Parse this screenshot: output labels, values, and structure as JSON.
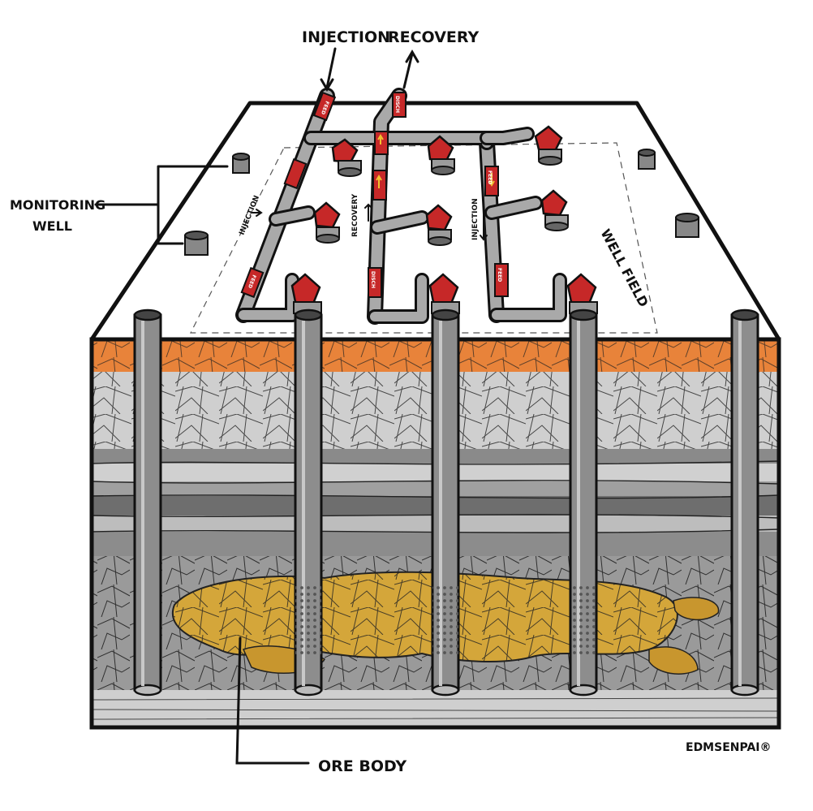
{
  "labels": {
    "injection": "INJECTION",
    "recovery": "RECOVERY",
    "monitoring_well_line1": "MONITORING",
    "monitoring_well_line2": "WELL",
    "well_field": "WELL FIELD",
    "ore_body": "ORE BODY",
    "signature": "EDMSENPAI®"
  },
  "pipe_labels": {
    "injection": "INJECTION",
    "recovery": "RECOVERY",
    "feed": "FEED",
    "discharge": "DISCH"
  },
  "colors": {
    "surface": "#ffffff",
    "outline": "#111111",
    "soil_orange": "#e8833a",
    "soil_brown": "#c46a2c",
    "rock_gray_light": "#d9d9d9",
    "rock_gray_mid": "#a6a6a6",
    "rock_gray_dark": "#6b6b6b",
    "ore_gold": "#d4a63a",
    "ore_dark": "#a8781c",
    "pipe_gray": "#a9a9a9",
    "valve_red": "#c62828",
    "arrow_yellow": "#f2c230"
  }
}
